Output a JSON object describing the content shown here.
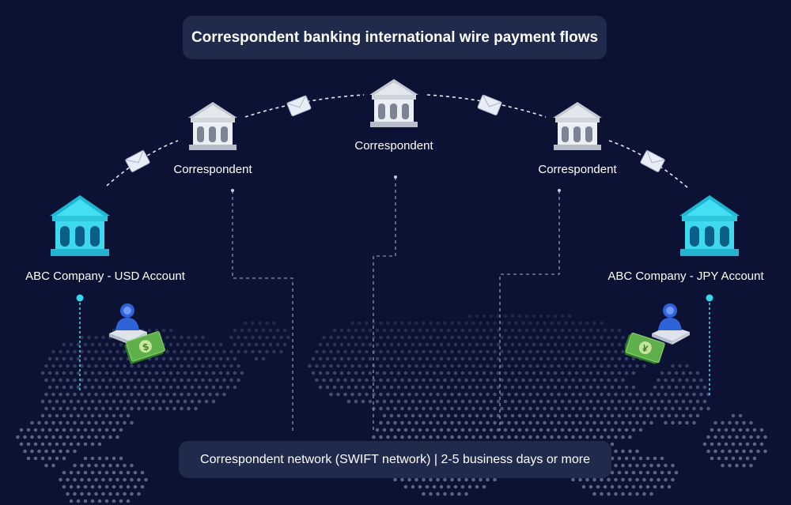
{
  "title": "Correspondent banking international wire payment flows",
  "footer": "Correspondent network (SWIFT network) | 2-5 business days or more",
  "banks": {
    "correspondent_left": "Correspondent",
    "correspondent_center": "Correspondent",
    "correspondent_right": "Correspondent",
    "origin": "ABC Company - USD Account",
    "destination": "ABC Company - JPY Account"
  },
  "currency": {
    "origin_symbol": "$",
    "destination_symbol": "¥"
  },
  "colors": {
    "background": "#0b1233",
    "pill": "#1f2a4d",
    "accent": "#35d6ee",
    "bank_grey": "#d9dde3",
    "money_green": "#5fb04a",
    "map_dots": "#5a6488"
  },
  "icons": [
    "bank-icon",
    "envelope-icon",
    "user-icon",
    "cash-icon",
    "world-map"
  ]
}
